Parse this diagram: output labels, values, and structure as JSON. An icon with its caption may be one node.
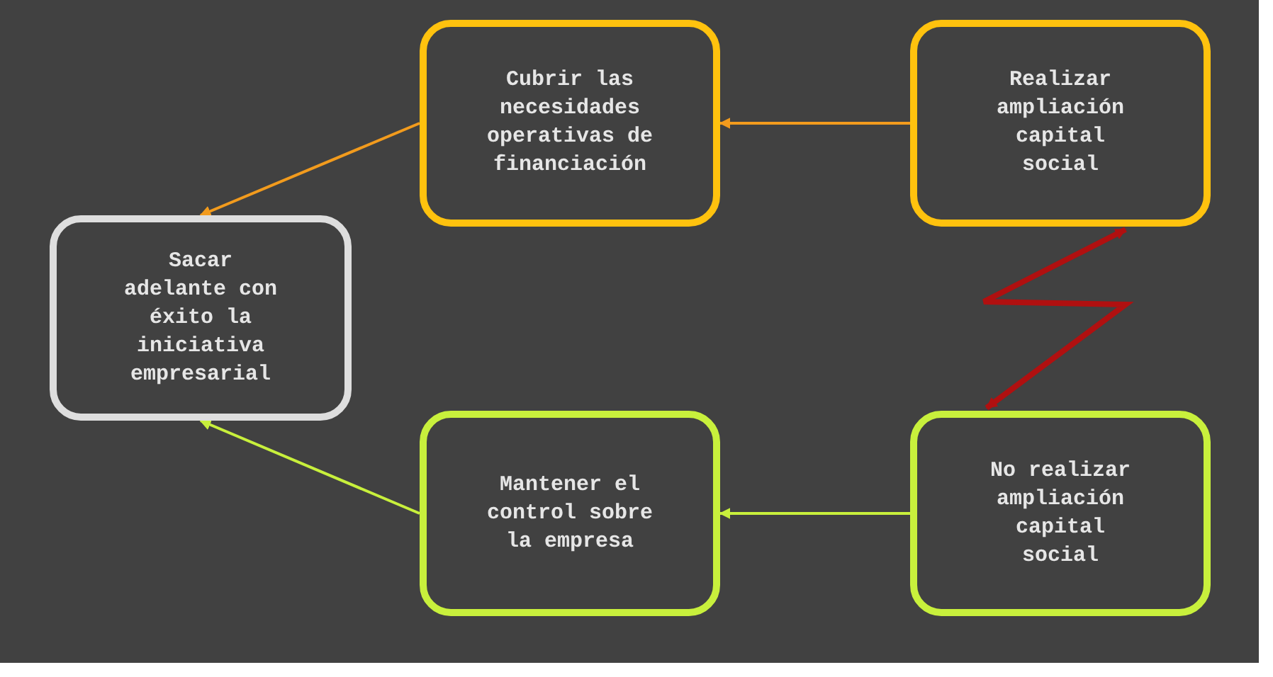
{
  "diagram": {
    "nodes": [
      {
        "text": [
          "Cubrir las necesidades operativas de financiación"
        ]
      },
      {
        "text": [
          "Realizar ampliación capital social"
        ]
      },
      {
        "text": [
          "Sacar adelante con éxito la iniciativa empresarial"
        ]
      },
      {
        "text": [
          "Mantener el control sobre la empresa"
        ]
      },
      {
        "text": [
          "No realizar ampliación capital social"
        ]
      }
    ],
    "edges": [
      {
        "from": 1,
        "to": 0,
        "arrow": "to",
        "color": "#f29b1d"
      },
      {
        "from": 0,
        "to": 2,
        "arrow": "to",
        "color": "#f29b1d"
      },
      {
        "from": 4,
        "to": 3,
        "arrow": "to",
        "color": "#c8f03c"
      },
      {
        "from": 3,
        "to": 2,
        "arrow": "to",
        "color": "#c8f03c"
      },
      {
        "from": 1,
        "to": 4,
        "arrow": "both",
        "color": "#b01010",
        "style": "thick"
      }
    ]
  }
}
